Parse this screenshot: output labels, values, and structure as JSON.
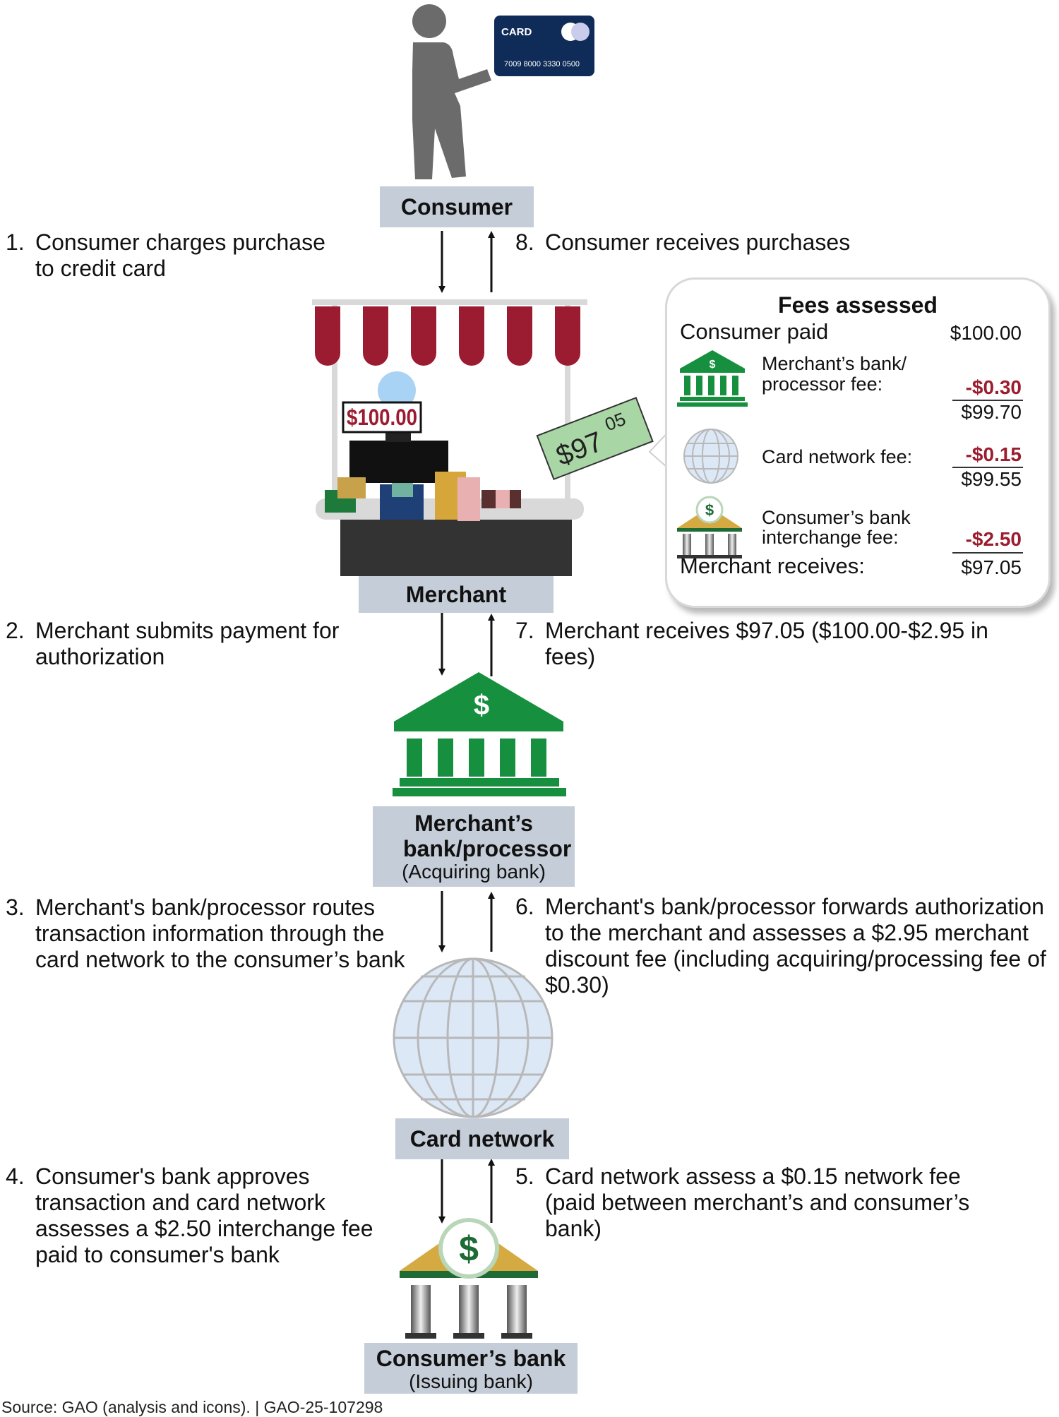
{
  "card": {
    "label": "CARD",
    "number": "7009 8000 3330 0500"
  },
  "boxes": {
    "consumer": "Consumer",
    "merchant": "Merchant",
    "acquirer_title": "Merchant’s bank/processor",
    "acquirer_sub": "(Acquiring bank)",
    "network": "Card network",
    "issuer_title": "Consumer’s bank",
    "issuer_sub": "(Issuing bank)"
  },
  "steps": {
    "s1": {
      "num": "1.",
      "text": "Consumer charges purchase to credit card"
    },
    "s2": {
      "num": "2.",
      "text": "Merchant submits payment for authorization"
    },
    "s3": {
      "num": "3.",
      "text": "Merchant's bank/processor routes transaction information through the card network to the consumer’s bank"
    },
    "s4": {
      "num": "4.",
      "text": "Consumer's bank approves transaction and card network assesses a $2.50 interchange fee paid to consumer's bank"
    },
    "s5": {
      "num": "5.",
      "text": "Card network assess a $0.15 network fee (paid between merchant’s and consumer’s bank)"
    },
    "s6": {
      "num": "6.",
      "text": "Merchant's bank/processor forwards authorization to the merchant and assesses a $2.95 merchant discount fee (including acquiring/processing fee of $0.30)"
    },
    "s7": {
      "num": "7.",
      "text": "Merchant receives $97.05 ($100.00-$2.95 in fees)"
    },
    "s8": {
      "num": "8.",
      "text": "Consumer receives purchases"
    }
  },
  "register_price": "$100.00",
  "payout_note": {
    "main": "$97",
    "cents": "05"
  },
  "fees": {
    "title": "Fees assessed",
    "consumer_paid_label": "Consumer paid",
    "consumer_paid_amount": "$100.00",
    "processor_fee_label_1": "Merchant’s bank/",
    "processor_fee_label_2": "processor fee:",
    "processor_fee": "-$0.30",
    "after_processor": "$99.70",
    "network_fee_label": "Card network fee:",
    "network_fee": "-$0.15",
    "after_network": "$99.55",
    "interchange_label_1": "Consumer’s bank",
    "interchange_label_2": "interchange fee:",
    "interchange_fee": "-$2.50",
    "merchant_receives_label": "Merchant receives:",
    "merchant_receives": "$97.05"
  },
  "source": "Source: GAO (analysis and icons).  |  GAO-25-107298",
  "colors": {
    "box_fill": "#c5cdd8",
    "bank_green": "#16903e",
    "awning_red": "#9b1b30",
    "card_navy": "#0f2b57",
    "fee_red": "#9b1d2e",
    "globe_fill": "#dde8f7"
  }
}
